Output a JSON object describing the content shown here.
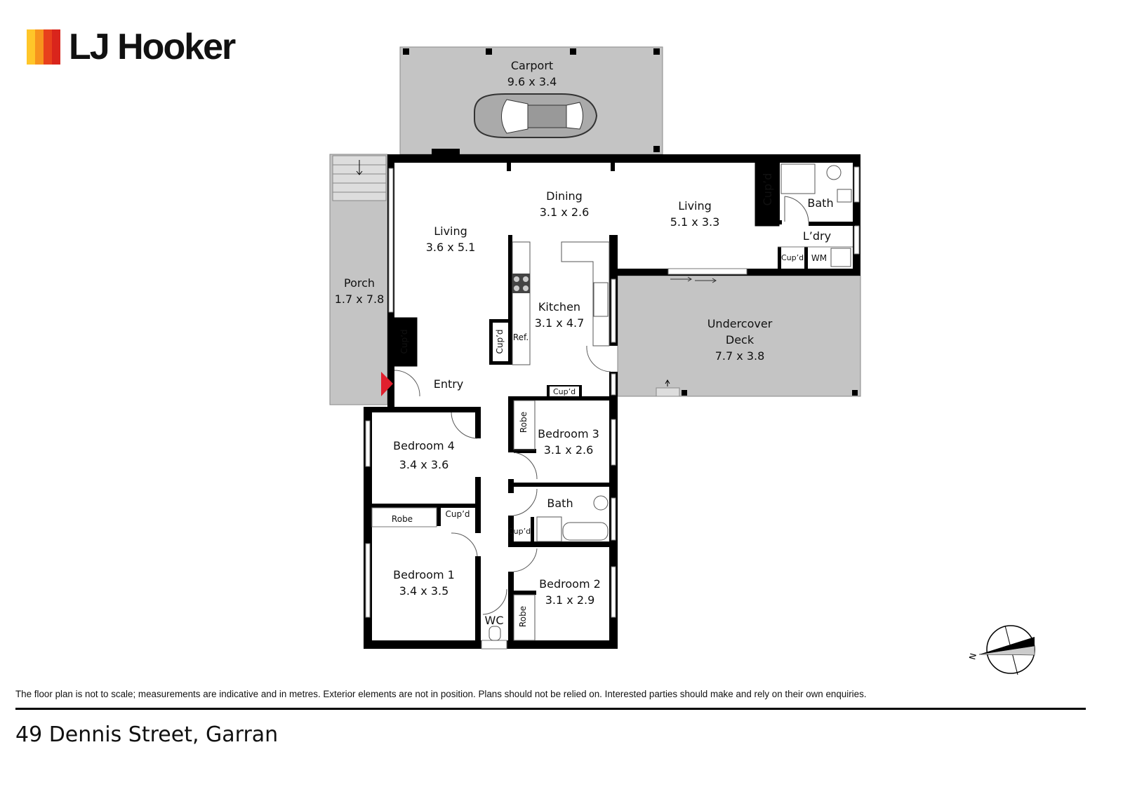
{
  "brand": {
    "name": "LJ Hooker",
    "colors": [
      "#ffc629",
      "#f7941d",
      "#e8401c",
      "#d9251c"
    ]
  },
  "rooms": {
    "carport": {
      "name": "Carport",
      "size": "9.6 x 3.4"
    },
    "dining": {
      "name": "Dining",
      "size": "3.1 x 2.6"
    },
    "living_right": {
      "name": "Living",
      "size": "5.1 x 3.3"
    },
    "living_left": {
      "name": "Living",
      "size": "3.6 x 5.1"
    },
    "porch": {
      "name": "Porch",
      "size": "1.7 x 7.8"
    },
    "kitchen": {
      "name": "Kitchen",
      "size": "3.1 x 4.7"
    },
    "deck": {
      "name1": "Undercover",
      "name2": "Deck",
      "size": "7.7 x 3.8"
    },
    "entry": {
      "name": "Entry"
    },
    "bedroom4": {
      "name": "Bedroom 4",
      "size": "3.4 x 3.6"
    },
    "bedroom3": {
      "name": "Bedroom 3",
      "size": "3.1 x 2.6"
    },
    "bedroom1": {
      "name": "Bedroom 1",
      "size": "3.4 x 3.5"
    },
    "bedroom2": {
      "name": "Bedroom 2",
      "size": "3.1 x 2.9"
    },
    "bath_main": {
      "name": "Bath"
    },
    "bath_ensuite": {
      "name": "Bath"
    },
    "laundry": {
      "name": "L’dry"
    },
    "wc": {
      "name": "WC"
    }
  },
  "fixtures": {
    "cupd": "Cup’d",
    "robe": "Robe",
    "ref": "Ref.",
    "wm": "WM"
  },
  "compass": {
    "label": "N"
  },
  "accent": "#e0202e",
  "disclaimer": "The floor plan is not to scale; measurements are indicative and in metres. Exterior elements are not in position. Plans should not be relied on. Interested parties should make and rely on their own enquiries.",
  "address": "49 Dennis Street, Garran"
}
